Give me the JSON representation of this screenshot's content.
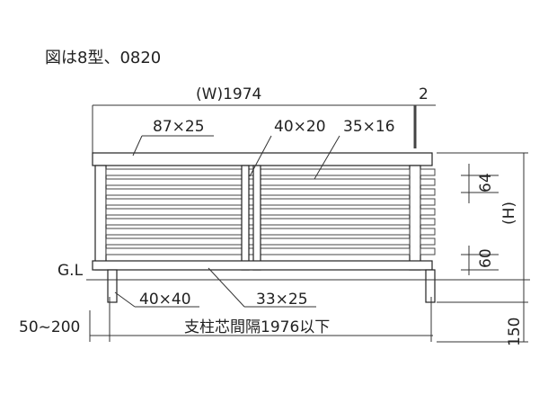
{
  "title": "図は8型、0820",
  "dimensions": {
    "width": "(W)1974",
    "gap": "2",
    "top_rail": "87×25",
    "mid_post": "40×20",
    "slat": "35×16",
    "slat_pitch": "64",
    "height": "(H)",
    "bottom_gap": "60",
    "ground_label": "G.L",
    "post": "40×40",
    "bottom_rail": "33×25",
    "embed_depth": "50~200",
    "post_spacing": "支柱芯間隔1976以下",
    "ground_clearance": "150"
  },
  "colors": {
    "line": "#222222",
    "fill": "#ffffff"
  }
}
